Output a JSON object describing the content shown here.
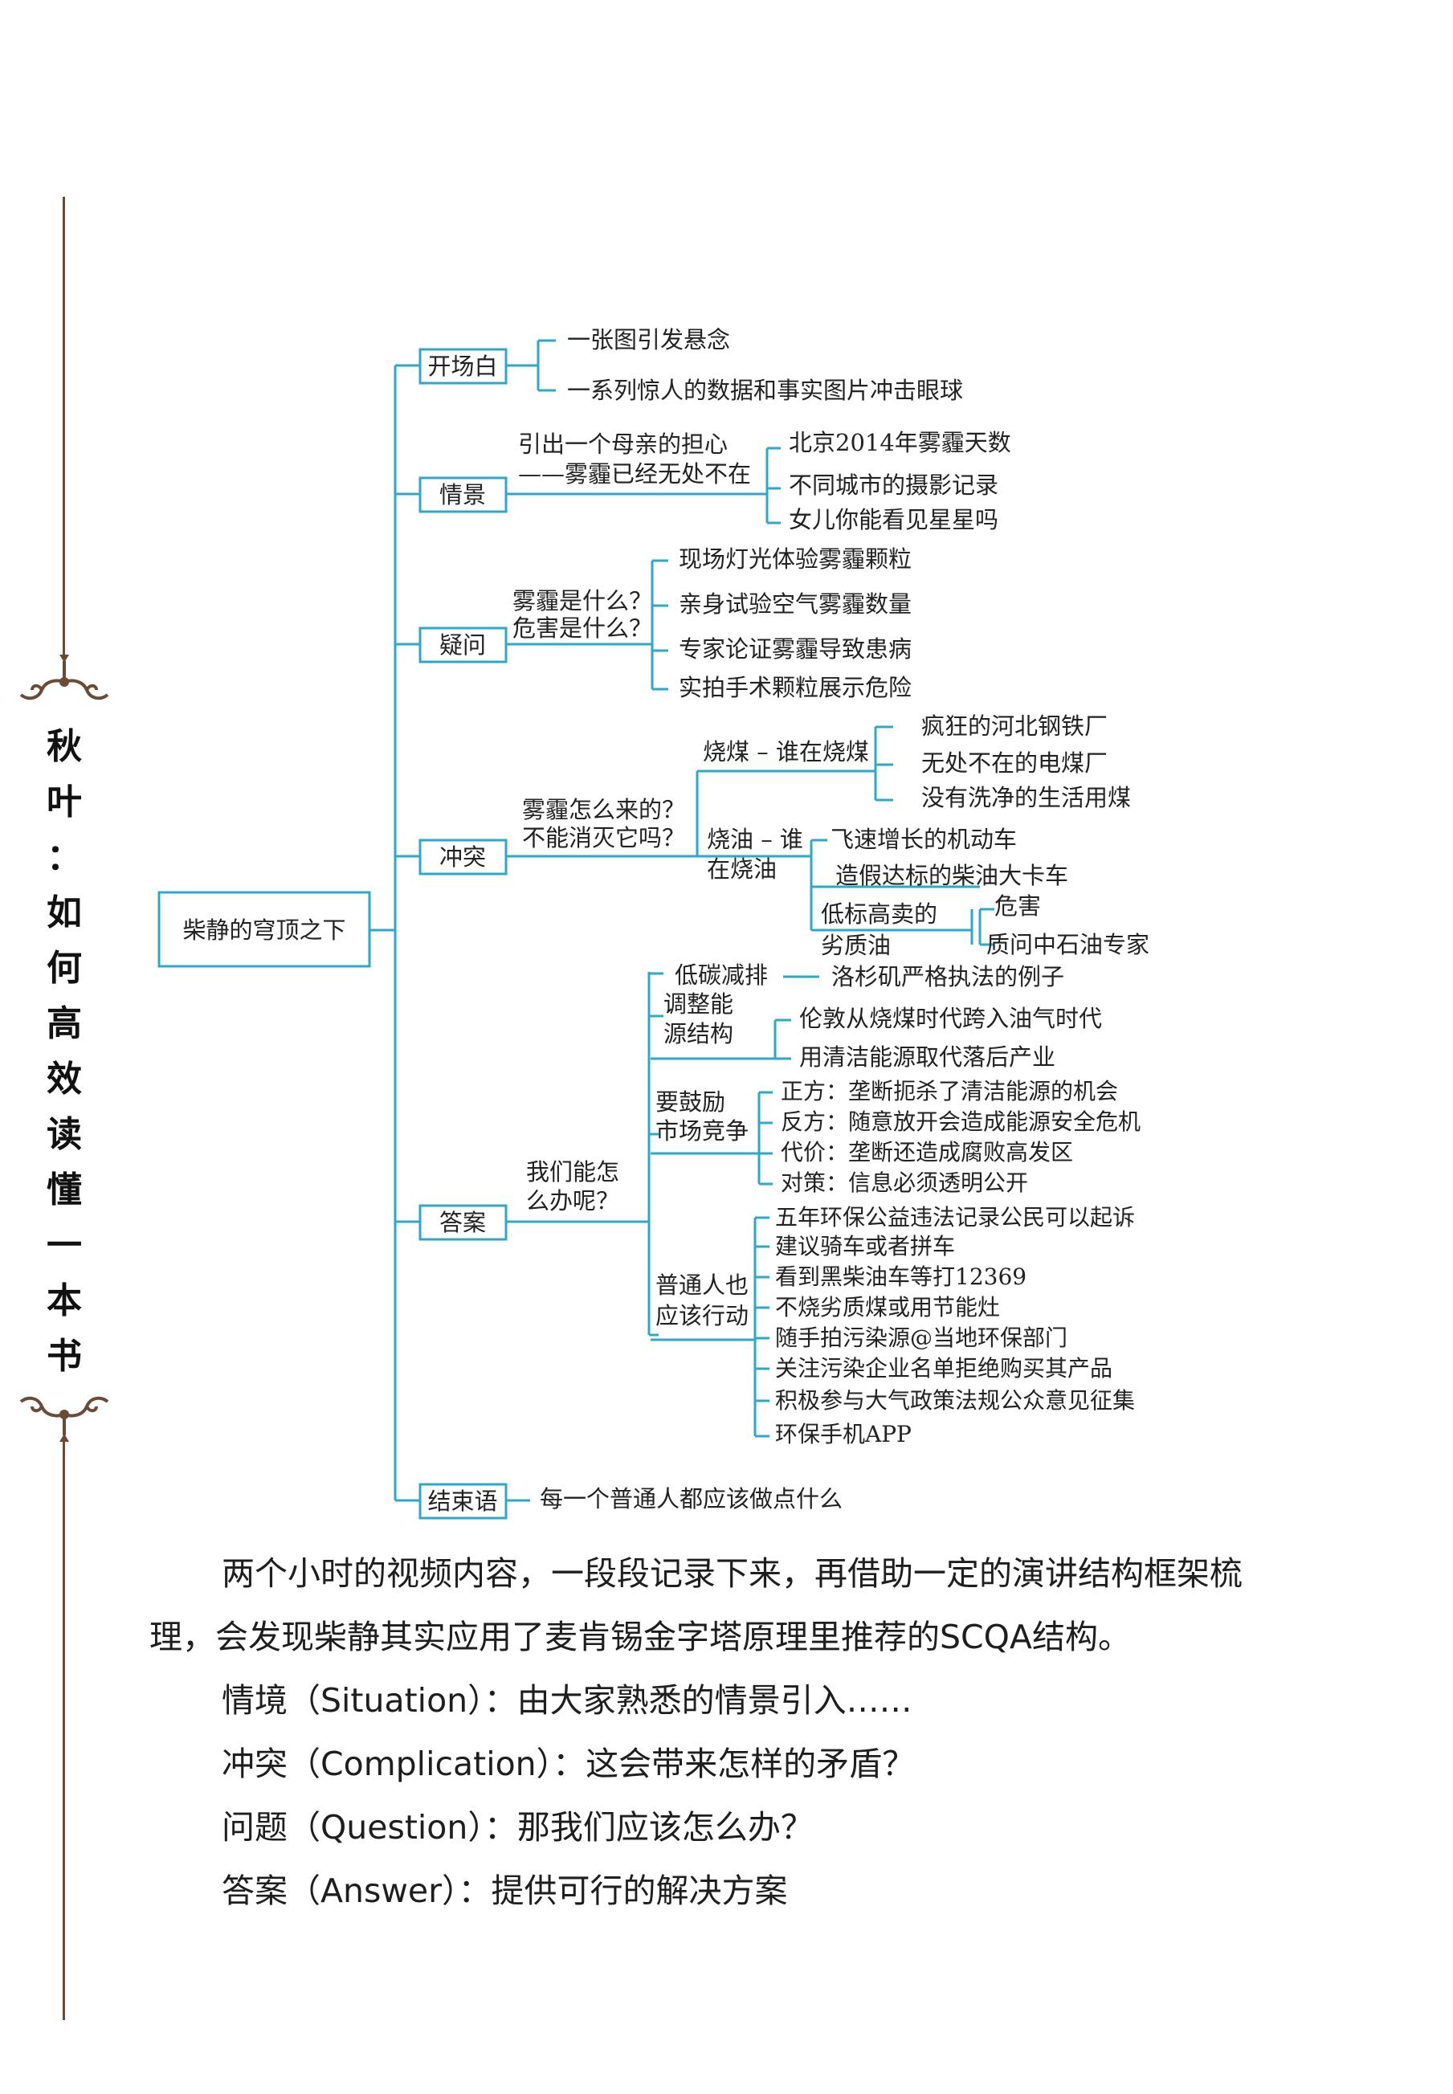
{
  "side": {
    "title_chars": [
      "秋",
      "叶",
      "：",
      "如",
      "何",
      "高",
      "效",
      "读",
      "懂",
      "一",
      "本",
      "书"
    ]
  },
  "mindmap": {
    "root": "柴静的穹顶之下",
    "opening": {
      "label": "开场白",
      "items": [
        "一张图引发悬念",
        "一系列惊人的数据和事实图片冲击眼球"
      ]
    },
    "situation": {
      "label": "情景",
      "sub_line1": "引出一个母亲的担心",
      "sub_line2": "——雾霾已经无处不在",
      "items": [
        "北京2014年雾霾天数",
        "不同城市的摄影记录",
        "女儿你能看见星星吗"
      ]
    },
    "question": {
      "label": "疑问",
      "sub_line1": "雾霾是什么？",
      "sub_line2": "危害是什么？",
      "items": [
        "现场灯光体验雾霾颗粒",
        "亲身试验空气雾霾数量",
        "专家论证雾霾导致患病",
        "实拍手术颗粒展示危险"
      ]
    },
    "conflict": {
      "label": "冲突",
      "sub_line1": "雾霾怎么来的？",
      "sub_line2": "不能消灭它吗？",
      "coal": {
        "label": "烧煤 – 谁在烧煤",
        "items": [
          "疯狂的河北钢铁厂",
          "无处不在的电煤厂",
          "没有洗净的生活用煤"
        ]
      },
      "oil": {
        "label_line1": "烧油 – 谁",
        "label_line2": "在烧油",
        "items": [
          "飞速增长的机动车",
          "造假达标的柴油大卡车"
        ],
        "low_quality_line1": "低标高卖的",
        "low_quality_line2": "劣质油",
        "low_quality_items": [
          "危害",
          "质问中石油专家"
        ]
      }
    },
    "answer": {
      "label": "答案",
      "sub_line1": "我们能怎",
      "sub_line2": "么办呢？",
      "low_carbon": {
        "label": "低碳减排",
        "item": "洛杉矶严格执法的例子"
      },
      "structure": {
        "label_line1": "调整能",
        "label_line2": "源结构",
        "items": [
          "伦敦从烧煤时代跨入油气时代",
          "用清洁能源取代落后产业"
        ]
      },
      "market": {
        "label_line1": "要鼓励",
        "label_line2": "市场竞争",
        "items": [
          "正方：垄断扼杀了清洁能源的机会",
          "反方：随意放开会造成能源安全危机",
          "代价：垄断还造成腐败高发区",
          "对策：信息必须透明公开"
        ]
      },
      "people": {
        "label_line1": "普通人也",
        "label_line2": "应该行动",
        "items": [
          "五年环保公益违法记录公民可以起诉",
          "建议骑车或者拼车",
          "看到黑柴油车等打12369",
          "不烧劣质煤或用节能灶",
          "随手拍污染源@当地环保部门",
          "关注污染企业名单拒绝购买其产品",
          "积极参与大气政策法规公众意见征集",
          "环保手机APP"
        ]
      }
    },
    "ending": {
      "label": "结束语",
      "item": "每一个普通人都应该做点什么"
    }
  },
  "body": {
    "paragraph": "两个小时的视频内容，一段段记录下来，再借助一定的演讲结构框架梳理，会发现柴静其实应用了麦肯锡金字塔原理里推荐的SCQA结构。",
    "scqa": [
      "情境（Situation）：由大家熟悉的情景引入……",
      "冲突（Complication）：这会带来怎样的矛盾？",
      "问题（Question）：那我们应该怎么办？",
      "答案（Answer）：提供可行的解决方案"
    ]
  },
  "colors": {
    "line": "#2ea7c9",
    "ornament": "#6b4a36"
  }
}
